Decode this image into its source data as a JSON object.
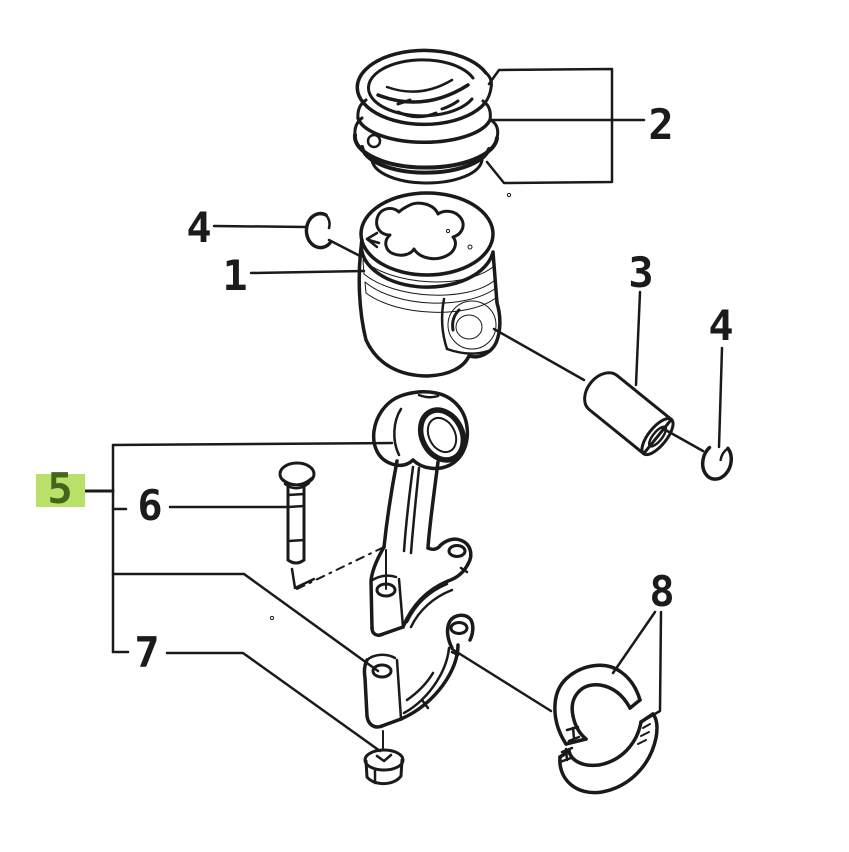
{
  "diagram": {
    "background_color": "#ffffff",
    "line_color": "#1a1a1a",
    "highlight": {
      "fill": "#b9e069",
      "text_color": "#44661a"
    },
    "labels": {
      "piston": "1",
      "piston_rings": "2",
      "piston_pin": "3",
      "snap_ring_left": "4",
      "snap_ring_right": "4",
      "connecting_rod": "5",
      "connecting_rod_bolt": "6",
      "connecting_rod_nut": "7",
      "connecting_rod_bearings": "8"
    },
    "selected": {
      "label": "5"
    }
  }
}
